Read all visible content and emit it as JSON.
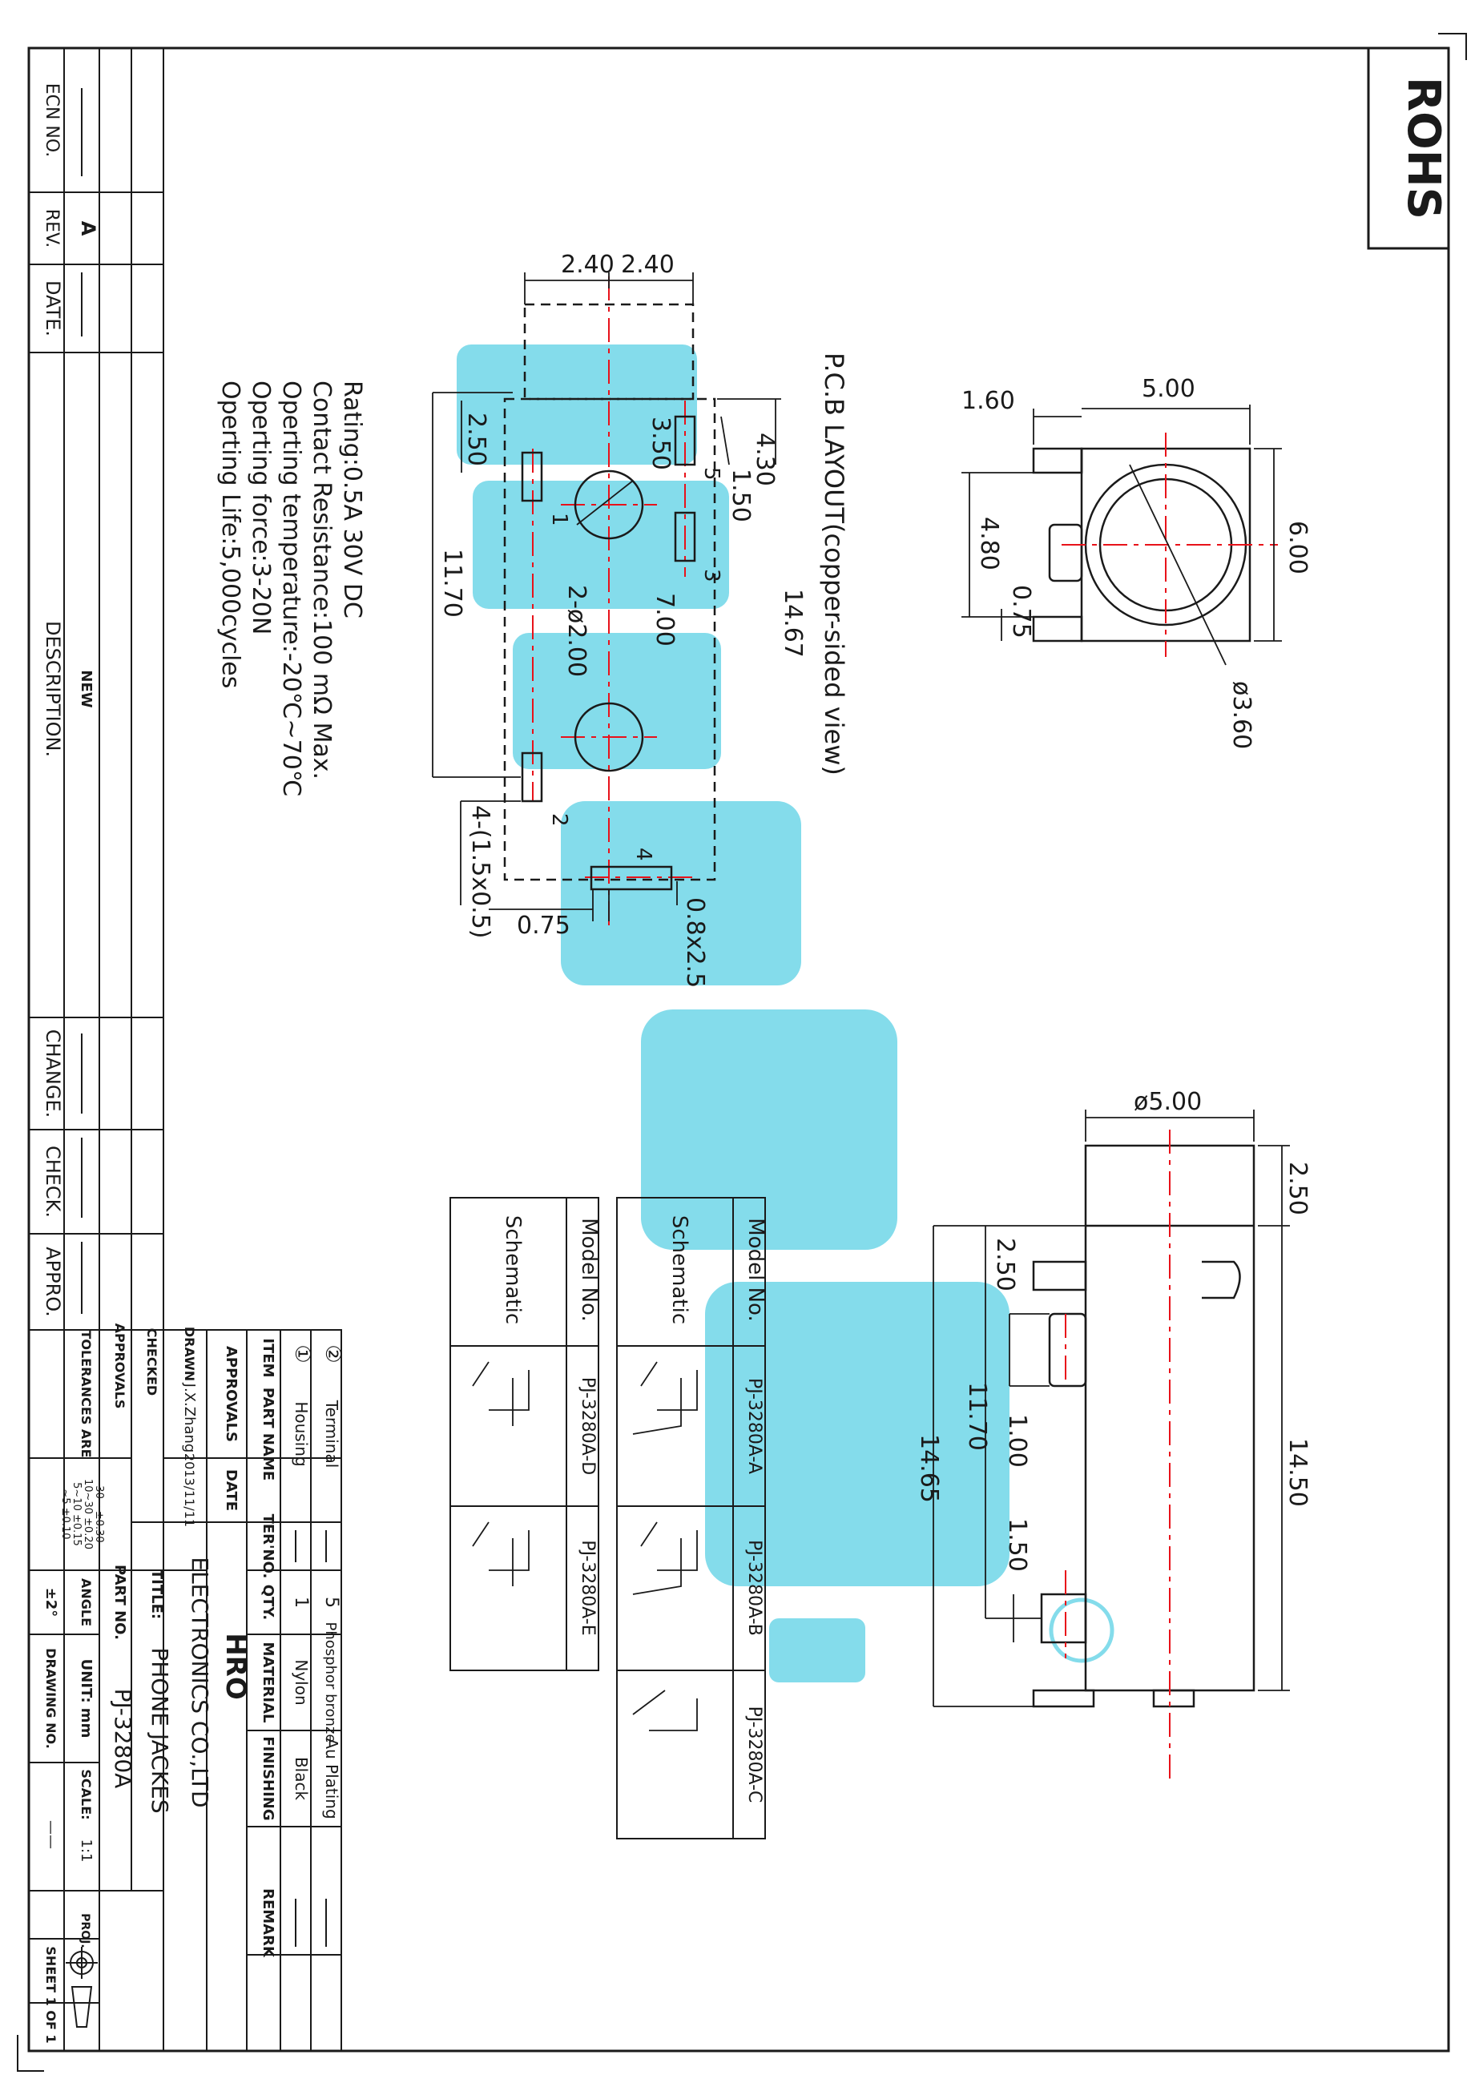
{
  "rohs": "ROHS",
  "pcb": {
    "title": "P.C.B LAYOUT(copper-sided view)",
    "dims": {
      "d240a": "2.40",
      "d240b": "2.40",
      "d430": "4.30",
      "d150": "1.50",
      "d350": "3.50",
      "d250": "2.50",
      "d1467": "14.67",
      "d700": "7.00",
      "d1170": "11.70",
      "hole": "2-ø2.00",
      "slot": "4-(1.5x0.5)",
      "d075": "0.75",
      "d08x25": "0.8x2.5"
    },
    "pins": [
      "1",
      "2",
      "3",
      "4",
      "5"
    ]
  },
  "specs": [
    "Rating:0.5A 30V DC",
    "Contact Resistance:100 mΩ Max.",
    "Operting temperature:-20℃~70℃",
    "Operting force:3-20N",
    "Operting Life:5,000cycles"
  ],
  "front_view": {
    "d160": "1.60",
    "d500": "5.00",
    "d600": "6.00",
    "d480": "4.80",
    "d075": "0.75",
    "d360": "ø3.60"
  },
  "side_view": {
    "d500": "ø5.00",
    "d250a": "2.50",
    "d250b": "2.50",
    "d1450": "14.50",
    "d1170": "11.70",
    "d1465": "14.65",
    "d100": "1.00",
    "d150": "1.50"
  },
  "models": {
    "header": "Model No.",
    "schematic": "Schematic",
    "table1": [
      "PJ-3280A-A",
      "PJ-3280A-B",
      "PJ-3280A-C"
    ],
    "table2": [
      "PJ-3280A-D",
      "PJ-3280A-E"
    ]
  },
  "revision": {
    "ecn_label": "ECN NO.",
    "rev_label": "REV.",
    "date_label": "DATE.",
    "desc_label": "DESCRIPTION.",
    "change_label": "CHANGE.",
    "check_label": "CHECK.",
    "appro_label": "APPRO.",
    "rev_value": "A",
    "desc_value": "NEW"
  },
  "bom": {
    "row2": {
      "no": "②",
      "part": "Terminal",
      "qty": "5",
      "material": "Phosphor bronze",
      "finishing": "Au Plating"
    },
    "row1": {
      "no": "①",
      "part": "Housing",
      "qty": "1",
      "material": "Nylon",
      "finishing": "Black"
    },
    "headers": {
      "item": "ITEM",
      "part": "PART NAME",
      "ter": "TER'NO.",
      "qty": "QTY.",
      "material": "MATERIAL",
      "finishing": "FINISHING",
      "remark": "REMARK"
    }
  },
  "titleblock": {
    "approvals_hdr": "APPROVALS",
    "date_hdr": "DATE",
    "drawn_label": "DRAWN",
    "drawn_by": "J.X.Zhang",
    "drawn_date": "2013/11/11",
    "checked_label": "CHECKED",
    "approvals_label": "APPROVALS",
    "company": "ELECTRONICS CO.,LTD",
    "title_label": "TITLE:",
    "title_value": "PHONE JACKES",
    "partno_label": "PART NO.",
    "partno_value": "PJ-3280A",
    "unit": "UNIT: mm",
    "scale_label": "SCALE:",
    "scale_value": "1:1",
    "proj_label": "PROJ.",
    "drawing_label": "DRAWING NO.",
    "drawing_value": "——",
    "sheet": "SHEET 1 OF 1",
    "tol_label": "TOLERANCES ARE",
    "angle_label": "ANGLE",
    "angle_value": "±2°",
    "tol_rows": [
      "30~ ±0.30",
      "10~30 ±0.20",
      "5~10 ±0.15",
      "~5 ±0.10"
    ]
  },
  "colors": {
    "watermark": "#6fd6e8",
    "centerline": "#e8121a",
    "ink": "#1a1a1a"
  }
}
